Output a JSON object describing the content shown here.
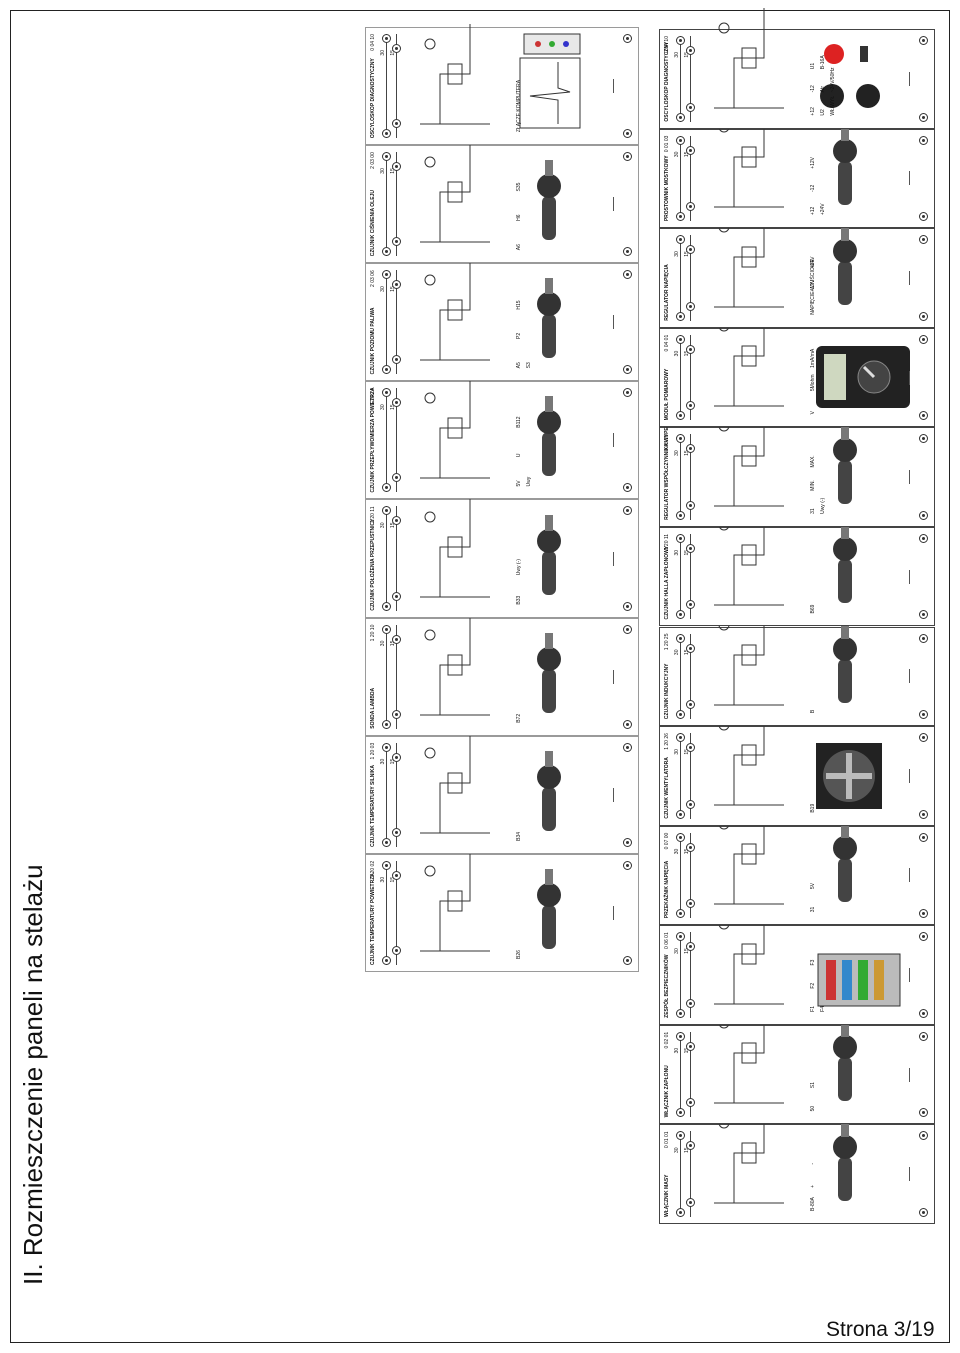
{
  "page": {
    "title": "II.   Rozmieszczenie paneli na stelażu",
    "page_number": "Strona 3/19"
  },
  "row_top": {
    "panels": [
      {
        "id": "oscyloskop",
        "title": "OSCYLOSKOP DIAGNOSTYCZNY",
        "code": "0 04 10",
        "bus1": "30",
        "bus2": "15",
        "labels": [
          "ZŁĄCZE KOMPUTERA"
        ],
        "icon": "oscilloscope-screen"
      },
      {
        "id": "czujnik-cisnienia",
        "title": "CZUJNIK CIŚNIENIA OLEJU",
        "code": "2 03 00",
        "bus1": "30",
        "bus2": "15",
        "labels": [
          "A6",
          "H6",
          "S35"
        ],
        "icon": "oil-pressure-sensor"
      },
      {
        "id": "czujnik-paliwa",
        "title": "CZUJNIK POZIOMU PALIWA",
        "code": "2 03 06",
        "bus1": "30",
        "bus2": "15",
        "labels": [
          "A5",
          "P2",
          "H15",
          "S3"
        ],
        "icon": "fuel-level-sender"
      },
      {
        "id": "czujnik-przeplywu",
        "title": "CZUJNIK PRZEPŁYWOMIERZA POWIETRZA",
        "code": "1 20 24",
        "bus1": "30",
        "bus2": "15",
        "labels": [
          "5V",
          "U",
          "B112",
          "Uwy"
        ],
        "icon": "airflow-sensor"
      },
      {
        "id": "czujnik-polozenia",
        "title": "CZUJNIK POŁOŻENIA PRZEPUSTNICY",
        "code": "1 20 11",
        "bus1": "30",
        "bus2": "15",
        "labels": [
          "B33",
          "Uwy (-)"
        ],
        "icon": "throttle-sensor"
      },
      {
        "id": "sonda-lambda",
        "title": "SONDA LAMBDA",
        "code": "1 20 10",
        "bus1": "30",
        "bus2": "15",
        "labels": [
          "B72"
        ],
        "icon": "lambda-probe"
      },
      {
        "id": "czujnik-temp-silnika",
        "title": "CZUJNIK TEMPERATURY SILNIKA",
        "code": "1 20 03",
        "bus1": "30",
        "bus2": "15",
        "labels": [
          "B34"
        ],
        "icon": "engine-temp-sensor"
      },
      {
        "id": "czujnik-temp-powietrza",
        "title": "CZUJNIK TEMPERATURY POWIETRZA",
        "code": "1 20 02",
        "bus1": "30",
        "bus2": "15",
        "labels": [
          "B26"
        ],
        "icon": "air-temp-sensor"
      }
    ]
  },
  "row_bottom": {
    "panels": [
      {
        "id": "oscyloskop-2",
        "title": "OSCYLOSKOP DIAGNOSTYCZNY",
        "code": "0 04 10",
        "bus1": "30",
        "bus2": "15",
        "labels": [
          "+12",
          "-12",
          "U1",
          "U2",
          "Atr",
          "B-16A",
          "WŁ/WYŁ",
          "~24V/50Hz"
        ],
        "icon": "power-supply"
      },
      {
        "id": "prostownik",
        "title": "PROSTOWNIK MOSTKOWY",
        "code": "0 01 03",
        "bus1": "30",
        "bus2": "15",
        "labels": [
          "+12",
          "-12",
          "+12V",
          "+24V"
        ],
        "icon": "bridge-rectifier"
      },
      {
        "id": "regulator-napiecia",
        "title": "REGULATOR NAPIĘCIA",
        "code": "",
        "bus1": "30",
        "bus2": "15",
        "labels": [
          "NAPIĘCIE WYJŚCIOWE",
          "+12V",
          "+24V"
        ],
        "icon": "voltage-regulator"
      },
      {
        "id": "modul-pomiarowy",
        "title": "MODUŁ POMIAROWY",
        "code": "0 04 01",
        "bus1": "30",
        "bus2": "15",
        "labels": [
          "V",
          "5Mohm",
          "1mA/mA"
        ],
        "icon": "multimeter"
      },
      {
        "id": "regulator-wspolczynnika",
        "title": "REGULATOR WSPÓŁCZYNNIKA WYPEŁNIENIA",
        "code": "0 05 10",
        "bus1": "30",
        "bus2": "15",
        "labels": [
          "31",
          "MIN.",
          "MAX.",
          "Uwy (-)"
        ],
        "icon": "duty-cycle-knob"
      },
      {
        "id": "czujnik-halla",
        "title": "CZUJNIK HALLA ZAPŁONOWY",
        "code": "1 20 11",
        "bus1": "30",
        "bus2": "15",
        "labels": [
          "B69"
        ],
        "icon": "hall-sensor"
      },
      {
        "id": "czujnik-indukcyjny",
        "title": "CZUJNIK INDUKCYJNY",
        "code": "1 20 25",
        "bus1": "30",
        "bus2": "15",
        "labels": [
          "B"
        ],
        "icon": "inductive-sensor"
      },
      {
        "id": "czujnik-wentylatora",
        "title": "CZUJNIK WENTYLATORA",
        "code": "1 20 26",
        "bus1": "30",
        "bus2": "15",
        "labels": [
          "B19"
        ],
        "icon": "fan-motor"
      },
      {
        "id": "przekaznik",
        "title": "PRZEKAŹNIK NAPIĘCIA",
        "code": "0 07 00",
        "bus1": "30",
        "bus2": "15",
        "labels": [
          "31",
          "5V"
        ],
        "icon": "relay"
      },
      {
        "id": "zespol-bezpiecznikow",
        "title": "ZESPÓŁ BEZPIECZNIKÓW",
        "code": "0 06 01",
        "bus1": "30",
        "bus2": "15",
        "labels": [
          "F1",
          "F2",
          "F3",
          "F4"
        ],
        "icon": "fuse-box"
      },
      {
        "id": "wlacznik-zaplonu",
        "title": "WŁĄCZNIK ZAPŁONU",
        "code": "0 02 01",
        "bus1": "30",
        "bus2": "15",
        "labels": [
          "50",
          "S1"
        ],
        "icon": "ignition-switch"
      },
      {
        "id": "wlacznik-masy",
        "title": "WŁĄCZNIK MASY",
        "code": "0 01 01",
        "bus1": "30",
        "bus2": "15",
        "labels": [
          "B-80A",
          "+",
          "-"
        ],
        "icon": "battery-master-switch"
      }
    ]
  }
}
